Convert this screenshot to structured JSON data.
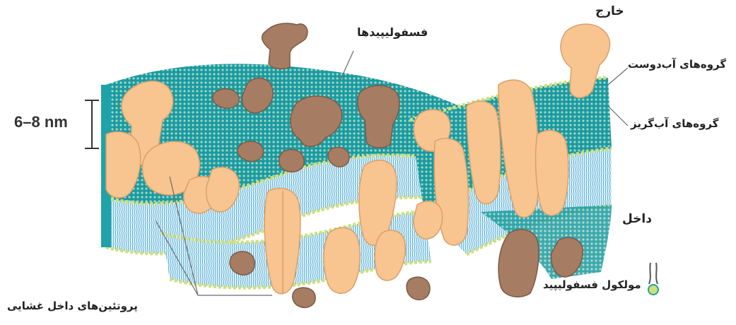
{
  "labels": {
    "phospholipids": "فسفولیپیدها",
    "outside": "خارج",
    "hydrophilic_groups": "گروه‌های آب‌دوست",
    "hydrophobic_groups": "گروه‌های آب‌گریز",
    "inside": "داخل",
    "phospholipid_molecule": "مولکول فسفولیپید",
    "integral_proteins": "پروتئین‌های داخل غشایی",
    "thickness": "6–8 nm"
  },
  "colors": {
    "membrane_teal": "#1fa3a8",
    "head_green": "#cfe07a",
    "tail_blue": "#7fc6e0",
    "protein_tan": "#f8c48f",
    "protein_outline": "#d9a06a",
    "protein_brown": "#a67c63",
    "protein_brown_dark": "#7c5a47",
    "line_color": "#6b6b6b"
  }
}
